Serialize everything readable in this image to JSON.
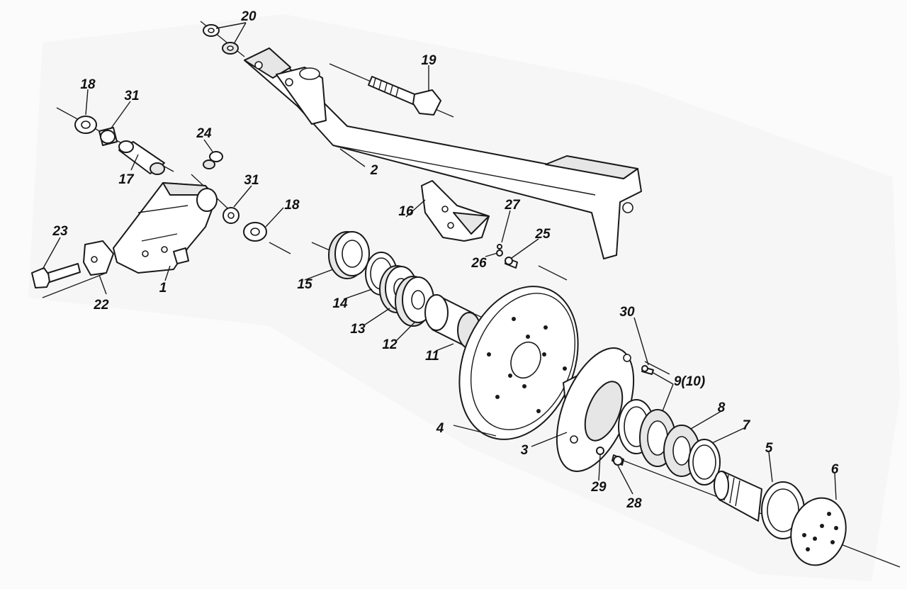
{
  "callouts": [
    "1",
    "2",
    "3",
    "4",
    "5",
    "6",
    "7",
    "8",
    "9(10)",
    "11",
    "12",
    "13",
    "14",
    "15",
    "16",
    "17",
    "18",
    "18",
    "19",
    "20",
    "22",
    "23",
    "24",
    "25",
    "26",
    "27",
    "28",
    "29",
    "30",
    "31",
    "31"
  ]
}
